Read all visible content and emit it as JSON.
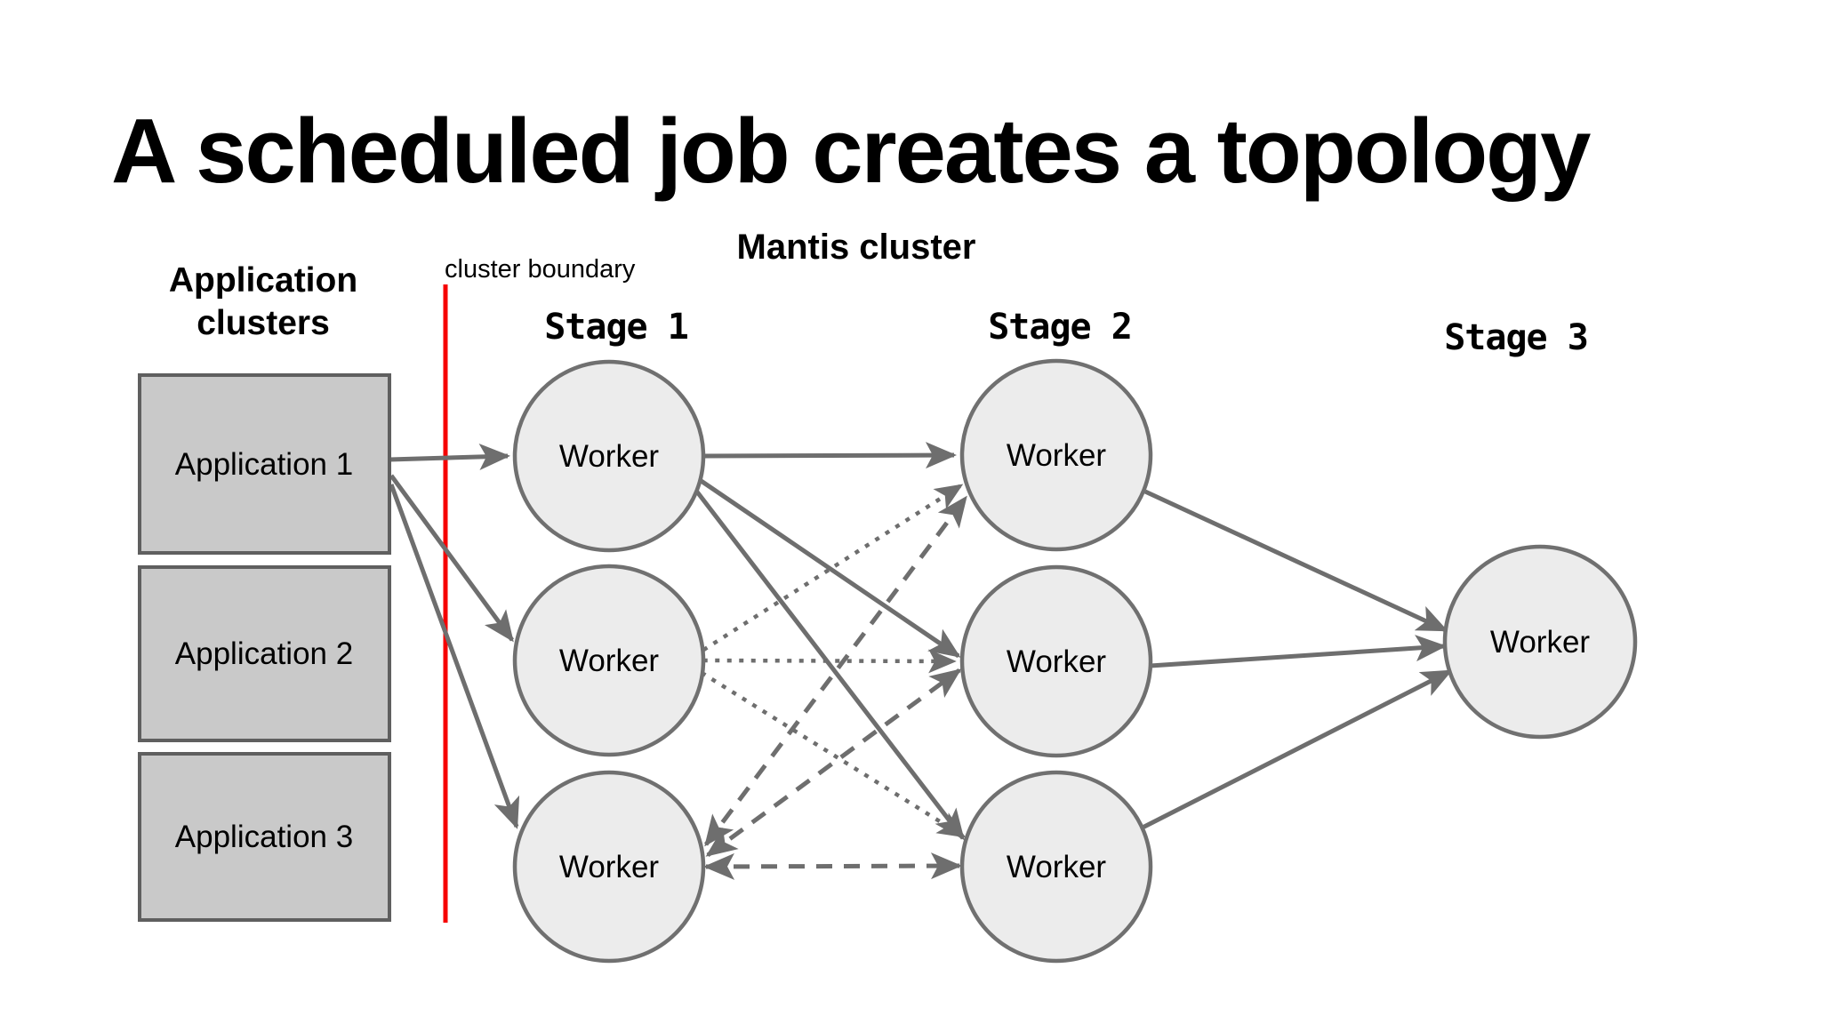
{
  "title": "A scheduled job creates a topology",
  "header": {
    "mantis_cluster_label": "Mantis cluster"
  },
  "left_panel": {
    "heading_line1": "Application",
    "heading_line2": "clusters",
    "applications": [
      {
        "label": "Application 1"
      },
      {
        "label": "Application 2"
      },
      {
        "label": "Application 3"
      }
    ]
  },
  "boundary": {
    "label": "cluster boundary"
  },
  "stages": [
    {
      "label": "Stage 1",
      "workers": [
        {
          "label": "Worker"
        },
        {
          "label": "Worker"
        },
        {
          "label": "Worker"
        }
      ]
    },
    {
      "label": "Stage 2",
      "workers": [
        {
          "label": "Worker"
        },
        {
          "label": "Worker"
        },
        {
          "label": "Worker"
        }
      ]
    },
    {
      "label": "Stage 3",
      "workers": [
        {
          "label": "Worker"
        }
      ]
    }
  ],
  "topology_edges": [
    {
      "from": "Application 1",
      "to": "Stage 1 Worker 1",
      "style": "solid",
      "direction": "one-way"
    },
    {
      "from": "Application 1",
      "to": "Stage 1 Worker 2",
      "style": "solid",
      "direction": "one-way"
    },
    {
      "from": "Application 1",
      "to": "Stage 1 Worker 3",
      "style": "solid",
      "direction": "one-way"
    },
    {
      "from": "Stage 1 Worker 1",
      "to": "Stage 2 Worker 1",
      "style": "solid",
      "direction": "one-way"
    },
    {
      "from": "Stage 1 Worker 1",
      "to": "Stage 2 Worker 2",
      "style": "solid",
      "direction": "one-way"
    },
    {
      "from": "Stage 1 Worker 1",
      "to": "Stage 2 Worker 3",
      "style": "solid",
      "direction": "one-way"
    },
    {
      "from": "Stage 1 Worker 2",
      "to": "Stage 2 Worker 1",
      "style": "dotted",
      "direction": "one-way"
    },
    {
      "from": "Stage 1 Worker 2",
      "to": "Stage 2 Worker 2",
      "style": "dotted",
      "direction": "one-way"
    },
    {
      "from": "Stage 1 Worker 2",
      "to": "Stage 2 Worker 3",
      "style": "dotted",
      "direction": "one-way"
    },
    {
      "from": "Stage 1 Worker 3",
      "to": "Stage 2 Worker 1",
      "style": "dashed",
      "direction": "two-way"
    },
    {
      "from": "Stage 1 Worker 3",
      "to": "Stage 2 Worker 2",
      "style": "dashed",
      "direction": "two-way"
    },
    {
      "from": "Stage 1 Worker 3",
      "to": "Stage 2 Worker 3",
      "style": "dashed",
      "direction": "two-way"
    },
    {
      "from": "Stage 2 Worker 1",
      "to": "Stage 3 Worker 1",
      "style": "solid",
      "direction": "one-way"
    },
    {
      "from": "Stage 2 Worker 2",
      "to": "Stage 3 Worker 1",
      "style": "solid",
      "direction": "one-way"
    },
    {
      "from": "Stage 2 Worker 3",
      "to": "Stage 3 Worker 1",
      "style": "solid",
      "direction": "one-way"
    }
  ],
  "colors": {
    "background": "#ffffff",
    "text": "#000000",
    "boundary_line": "#f60000",
    "app_box_fill": "#c9c9c9",
    "app_box_border": "#5f5f5f",
    "node_fill": "#ececec",
    "node_border": "#707070",
    "edge": "#6e6e6e"
  }
}
